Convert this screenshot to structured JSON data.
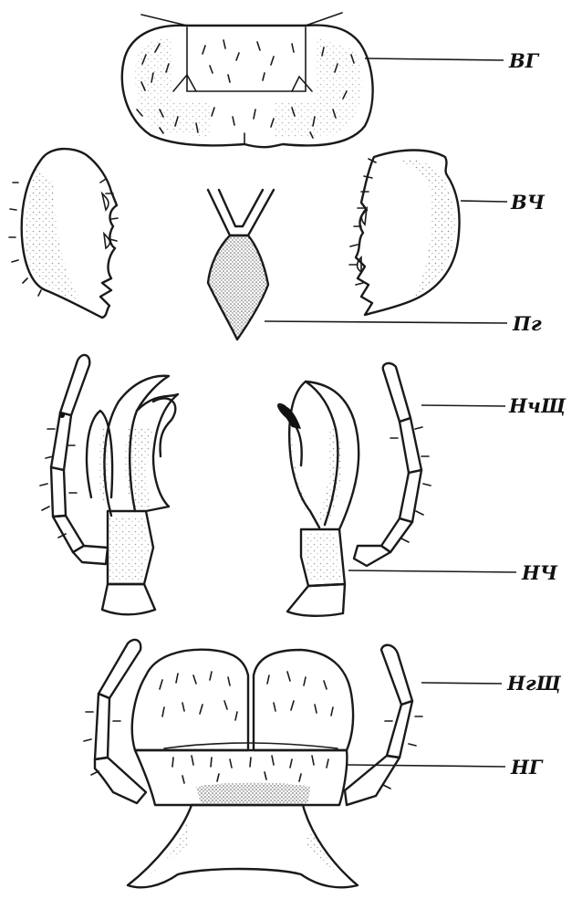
{
  "labels": {
    "vg": "ВГ",
    "vch": "ВЧ",
    "pg": "Пг",
    "nchsch": "НчЩ",
    "nch": "НЧ",
    "ngsch": "НгЩ",
    "ng": "НГ"
  }
}
